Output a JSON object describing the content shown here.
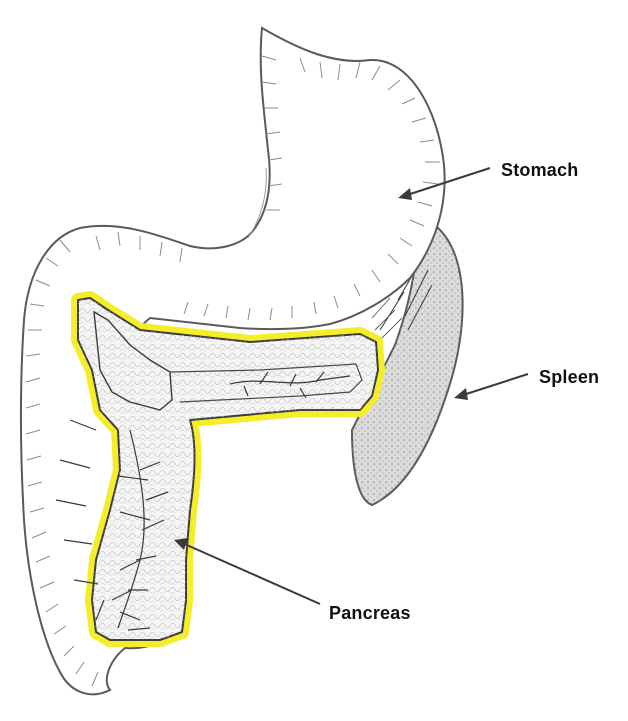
{
  "labels": {
    "stomach": "Stomach",
    "spleen": "Spleen",
    "pancreas": "Pancreas"
  },
  "colors": {
    "pancreas_highlight": "#f4ee2a",
    "outline": "#5a5a5a",
    "fold_lines": "#8c8c8c",
    "spleen_fill": "#d9d9d9",
    "vessels": "#3a3a3a"
  }
}
